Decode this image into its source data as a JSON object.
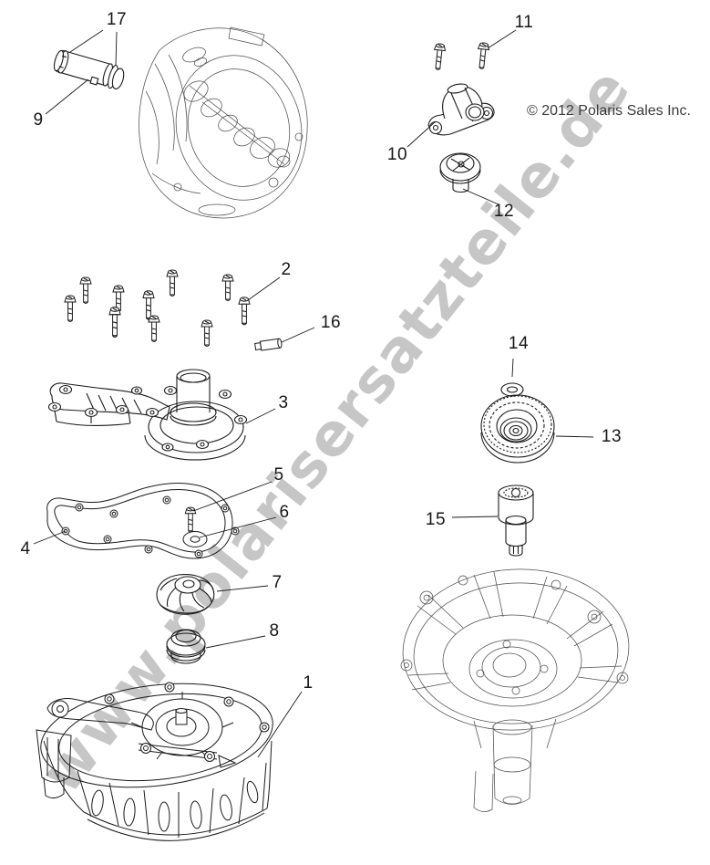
{
  "watermark": "www.polarisersatzteile.de",
  "copyright": "© 2012 Polaris Sales Inc.",
  "callouts": {
    "1": "1",
    "2": "2",
    "3": "3",
    "4": "4",
    "5": "5",
    "6": "6",
    "7": "7",
    "8": "8",
    "9": "9",
    "10": "10",
    "11": "11",
    "12": "12",
    "13": "13",
    "14": "14",
    "15": "15",
    "16": "16",
    "17": "17"
  },
  "colors": {
    "line_art": "#1a1a1a",
    "reference_art": "#4f4f4f",
    "watermark_gray": "#c6c6c6",
    "copyright_text": "#3b3b3b"
  }
}
